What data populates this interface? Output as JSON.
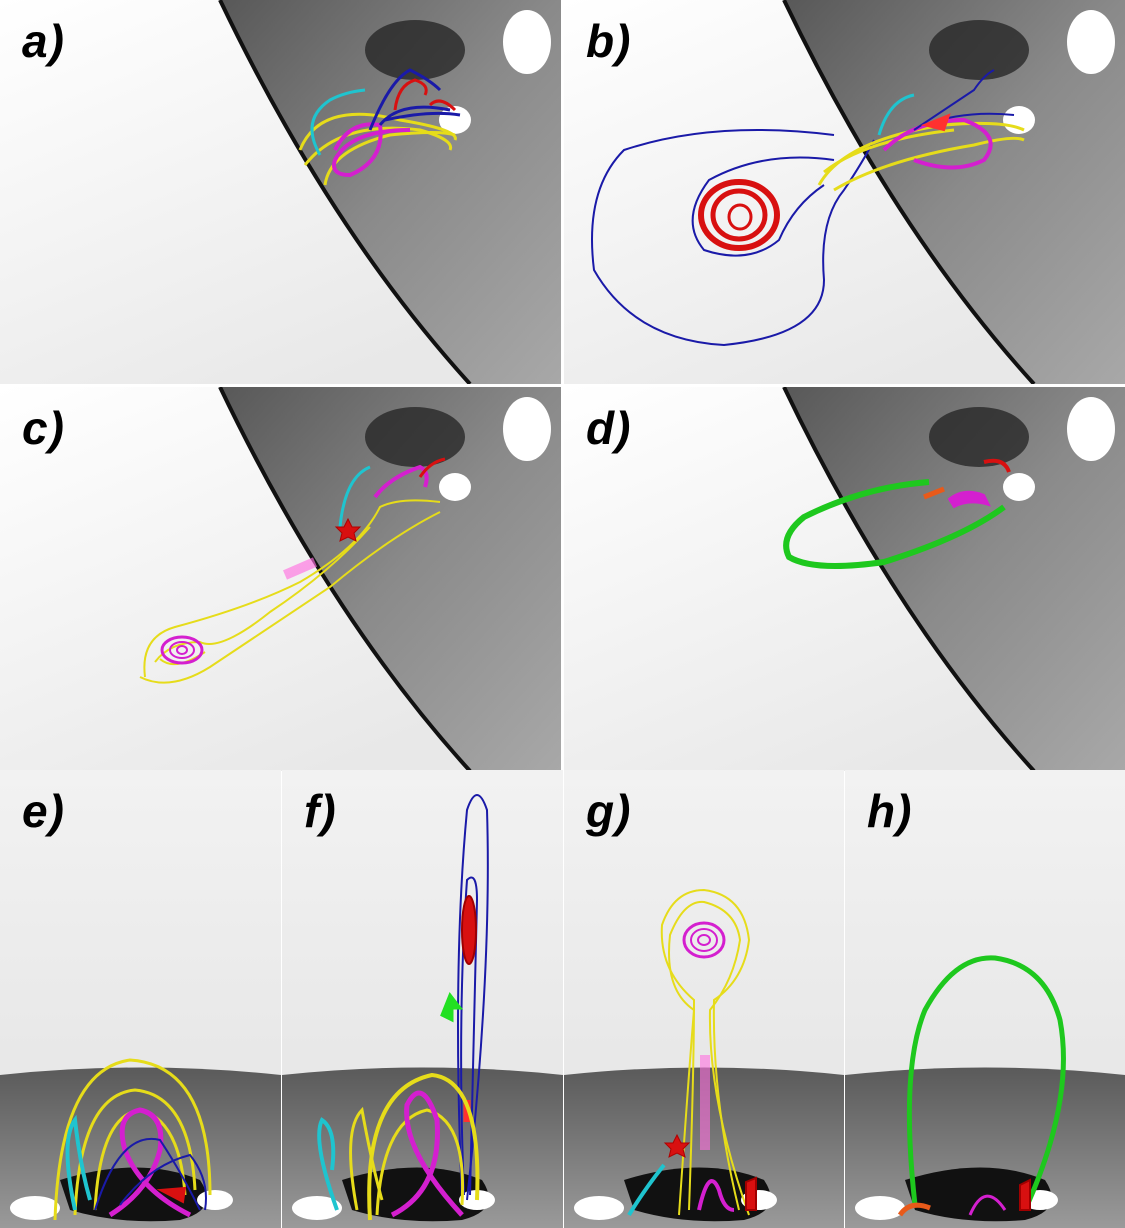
{
  "panels": [
    {
      "id": "a",
      "label": "a)"
    },
    {
      "id": "b",
      "label": "b)"
    },
    {
      "id": "c",
      "label": "c)"
    },
    {
      "id": "d",
      "label": "d)"
    },
    {
      "id": "e",
      "label": "e)"
    },
    {
      "id": "f",
      "label": "f)"
    },
    {
      "id": "g",
      "label": "g)"
    },
    {
      "id": "h",
      "label": "h)"
    }
  ],
  "colors": {
    "cyan": "#1fc4cf",
    "yellow": "#e6dc1a",
    "magenta": "#d41fcf",
    "blue": "#1a1aa8",
    "red": "#d81010",
    "green": "#1ec81e",
    "orange": "#e85a1a"
  }
}
